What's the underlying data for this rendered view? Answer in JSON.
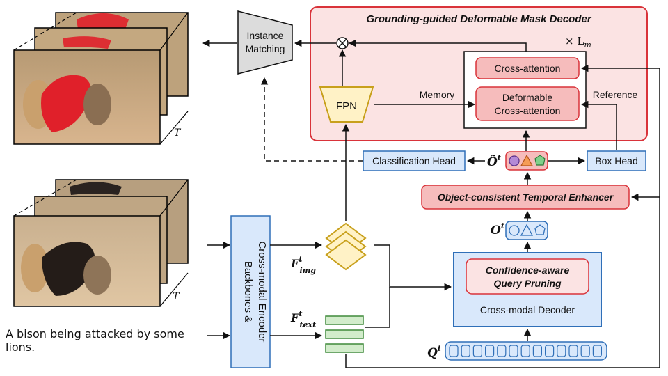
{
  "colors": {
    "decoder_panel": "#fbe3e3",
    "decoder_border": "#d9333a",
    "red_box_fill": "#f6bcbc",
    "blue_box_fill": "#d9e8fb",
    "blue_box_border": "#2f6fb8",
    "yellow_fill": "#fff2c6",
    "yellow_border": "#c8a01c",
    "green_fill": "#d2eccb",
    "green_border": "#3f8a3a",
    "grey_fill": "#dcdcdc",
    "mask_red": "#e0202a",
    "sand": "#c9a57d"
  },
  "decoder": {
    "title": "Grounding-guided Deformable Mask Decoder",
    "repeat_label": "× L",
    "repeat_sub": "m"
  },
  "instance_matching": {
    "line1": "Instance",
    "line2": "Matching"
  },
  "fpn": {
    "label": "FPN"
  },
  "memory_label": "Memory",
  "reference_label": "Reference",
  "cross_attention": "Cross-attention",
  "deformable_ca": {
    "line1": "Deformable",
    "line2": "Cross-attention"
  },
  "classification_head": "Classification Head",
  "box_head": "Box Head",
  "object_queries_refined": {
    "base": "Õ",
    "sup": "t"
  },
  "temporal_enhancer": "Object-consistent Temporal Enhancer",
  "object_queries": {
    "base": "O",
    "sup": "t"
  },
  "cross_modal_decoder": {
    "pruning_line1": "Confidence-aware",
    "pruning_line2": "Query Pruning",
    "label": "Cross-modal Decoder"
  },
  "query_input": {
    "base": "Q",
    "sup": "t"
  },
  "backbone": {
    "line1": "Backbones &",
    "line2": "Cross-modal Encoder"
  },
  "f_img": {
    "base": "F",
    "sup": "t",
    "sub": "img"
  },
  "f_text": {
    "base": "F",
    "sup": "t",
    "sub": "text"
  },
  "frames_label_top": "T",
  "frames_label_bottom": "T",
  "caption": "A bison being attacked by some lions."
}
